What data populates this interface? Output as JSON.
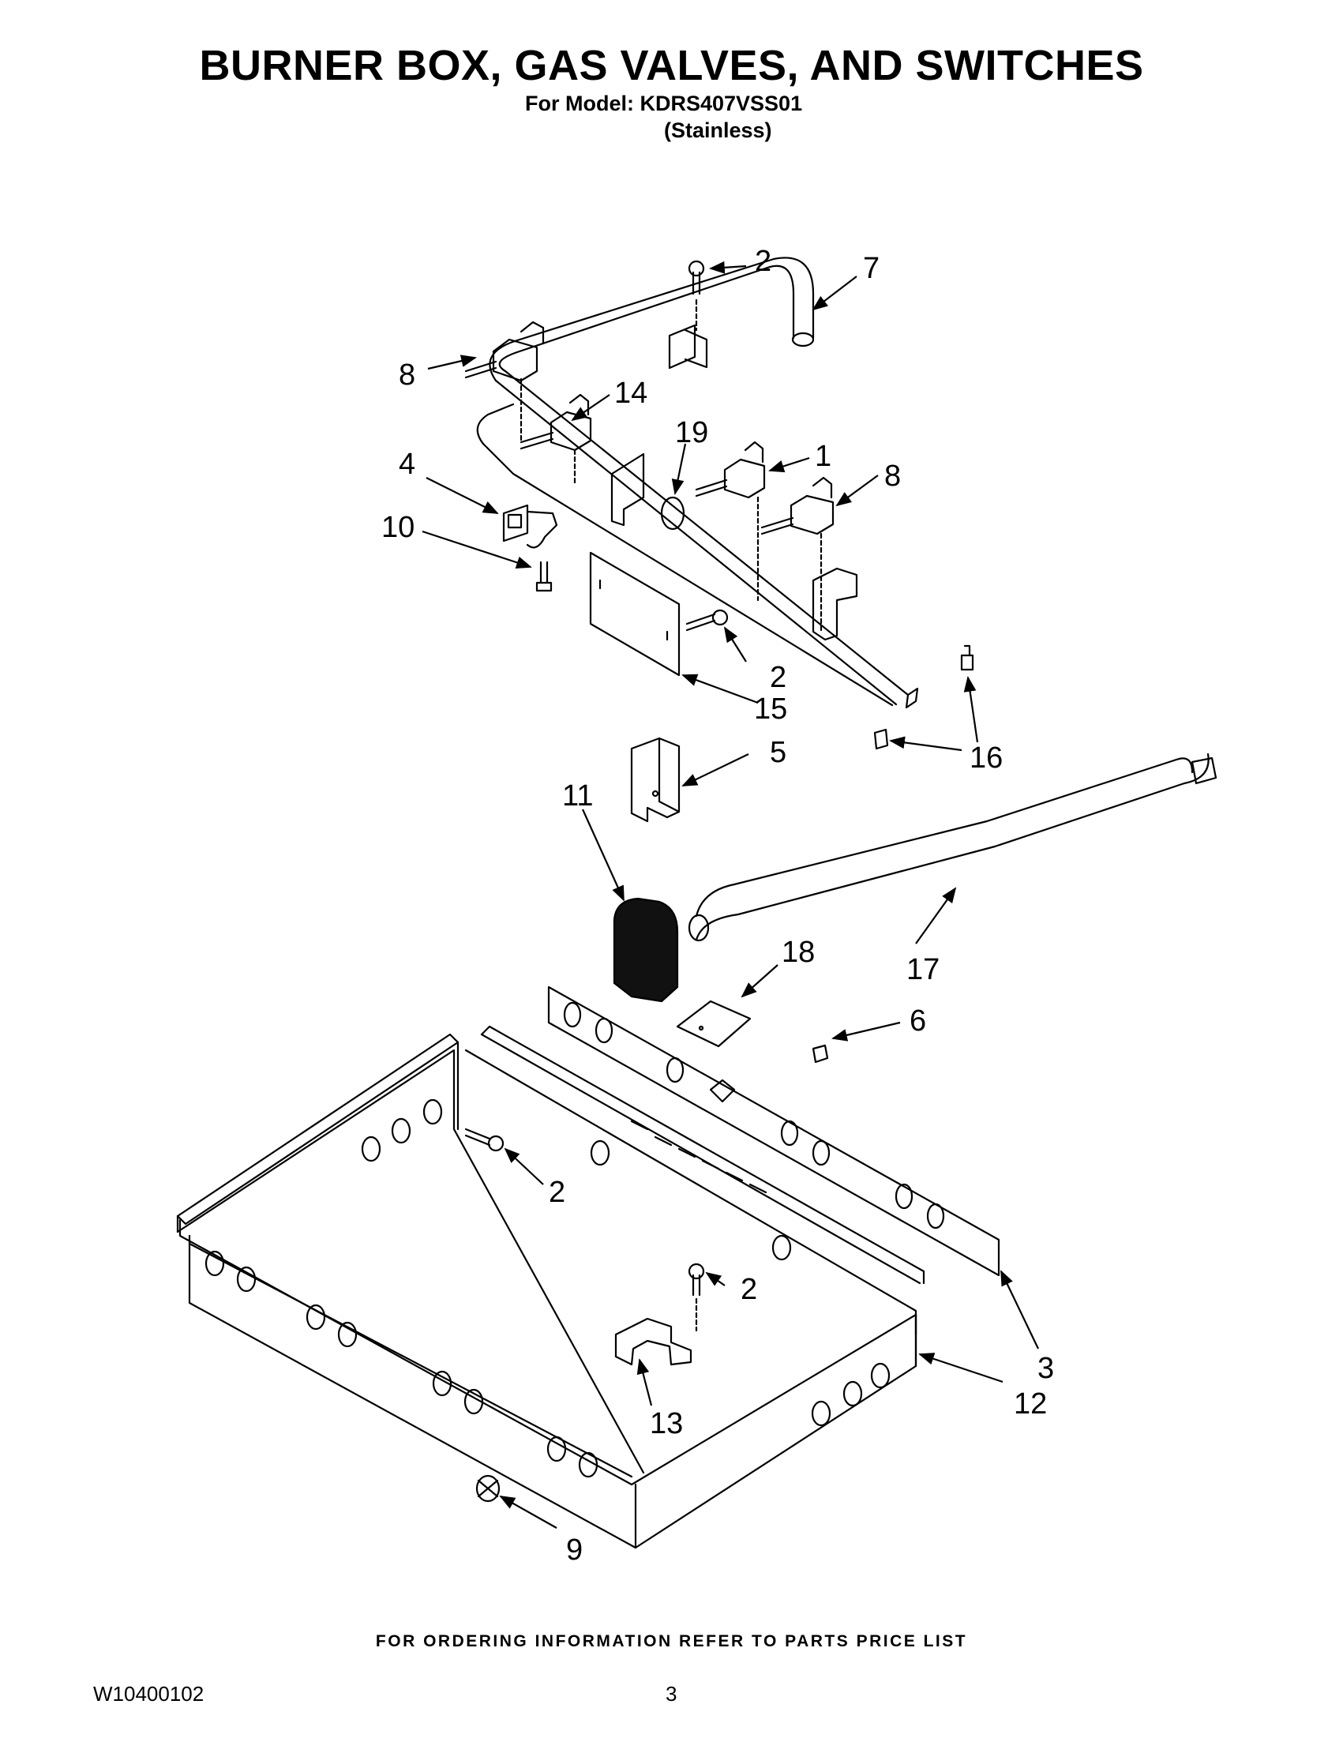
{
  "header": {
    "title": "BURNER BOX, GAS VALVES, AND SWITCHES",
    "model_line": "For Model: KDRS407VSS01",
    "model_variant": "(Stainless)"
  },
  "callouts": [
    "1",
    "2",
    "3",
    "4",
    "5",
    "6",
    "7",
    "8",
    "9",
    "10",
    "11",
    "12",
    "13",
    "14",
    "15",
    "16",
    "17",
    "18",
    "19"
  ],
  "footer": {
    "ordering_note": "FOR ORDERING INFORMATION REFER TO PARTS PRICE LIST",
    "document_number": "W10400102",
    "page_number": "3"
  }
}
